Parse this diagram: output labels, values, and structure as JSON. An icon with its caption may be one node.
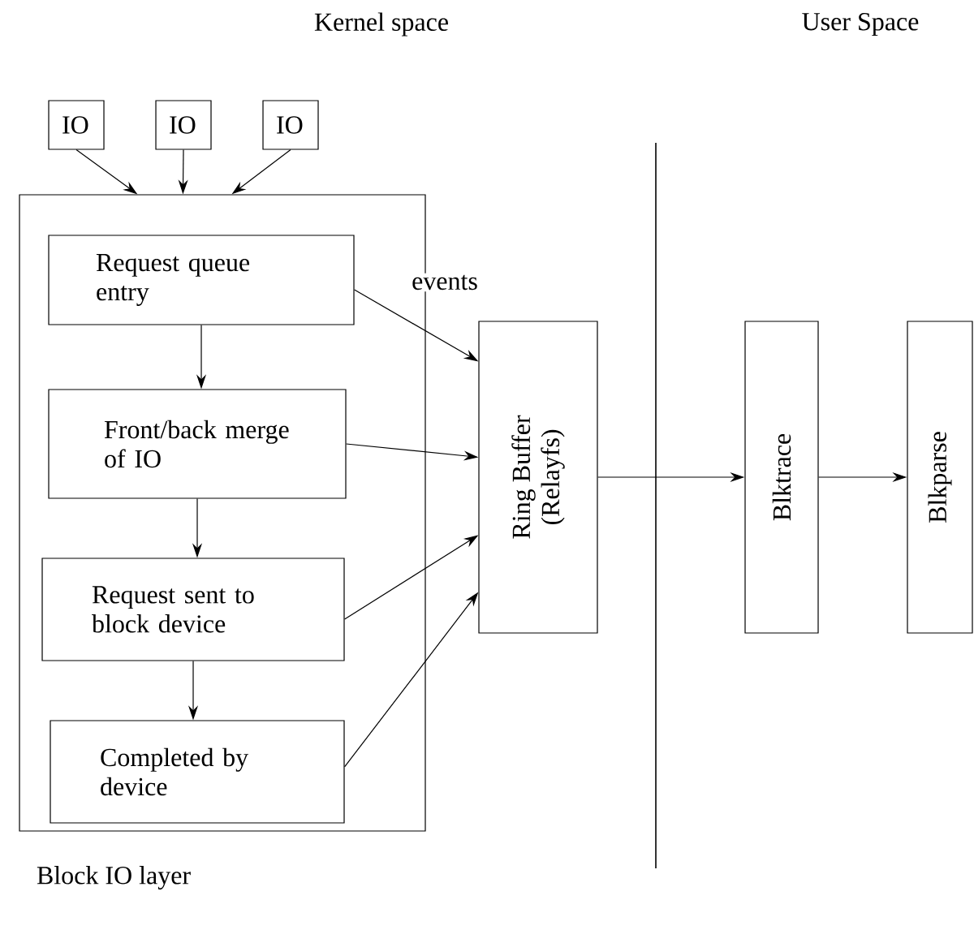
{
  "diagram": {
    "nodes": [
      {
        "text": [
          "Block IO layer"
        ]
      },
      {
        "text": [
          "IO"
        ]
      },
      {
        "text": [
          "IO"
        ]
      },
      {
        "text": [
          "IO"
        ]
      },
      {
        "text": [
          "Request queue entry"
        ],
        "in": 0
      },
      {
        "text": [
          "Front/back merge of IO"
        ],
        "in": 0
      },
      {
        "text": [
          "Request sent to block device"
        ],
        "in": 0
      },
      {
        "text": [
          "Completed by device"
        ],
        "in": 0
      },
      {
        "text": [
          "Ring Buffer (Relayfs)"
        ]
      },
      {
        "text": [
          "Blktrace"
        ]
      },
      {
        "text": [
          "Blkparse"
        ]
      }
    ],
    "edges": [
      {
        "from": 1,
        "to": 0,
        "arrow": "to"
      },
      {
        "from": 2,
        "to": 0,
        "arrow": "to"
      },
      {
        "from": 3,
        "to": 0,
        "arrow": "to"
      },
      {
        "from": 4,
        "to": 5,
        "arrow": "to"
      },
      {
        "from": 5,
        "to": 6,
        "arrow": "to"
      },
      {
        "from": 6,
        "to": 7,
        "arrow": "to"
      },
      {
        "from": 4,
        "to": 8,
        "arrow": "to",
        "label": "events"
      },
      {
        "from": 5,
        "to": 8,
        "arrow": "to"
      },
      {
        "from": 6,
        "to": 8,
        "arrow": "to"
      },
      {
        "from": 7,
        "to": 8,
        "arrow": "to"
      },
      {
        "from": 8,
        "to": 9,
        "arrow": "to"
      },
      {
        "from": 9,
        "to": 10,
        "arrow": "to"
      }
    ],
    "labels": [
      "Kernel space",
      "User Space"
    ]
  }
}
